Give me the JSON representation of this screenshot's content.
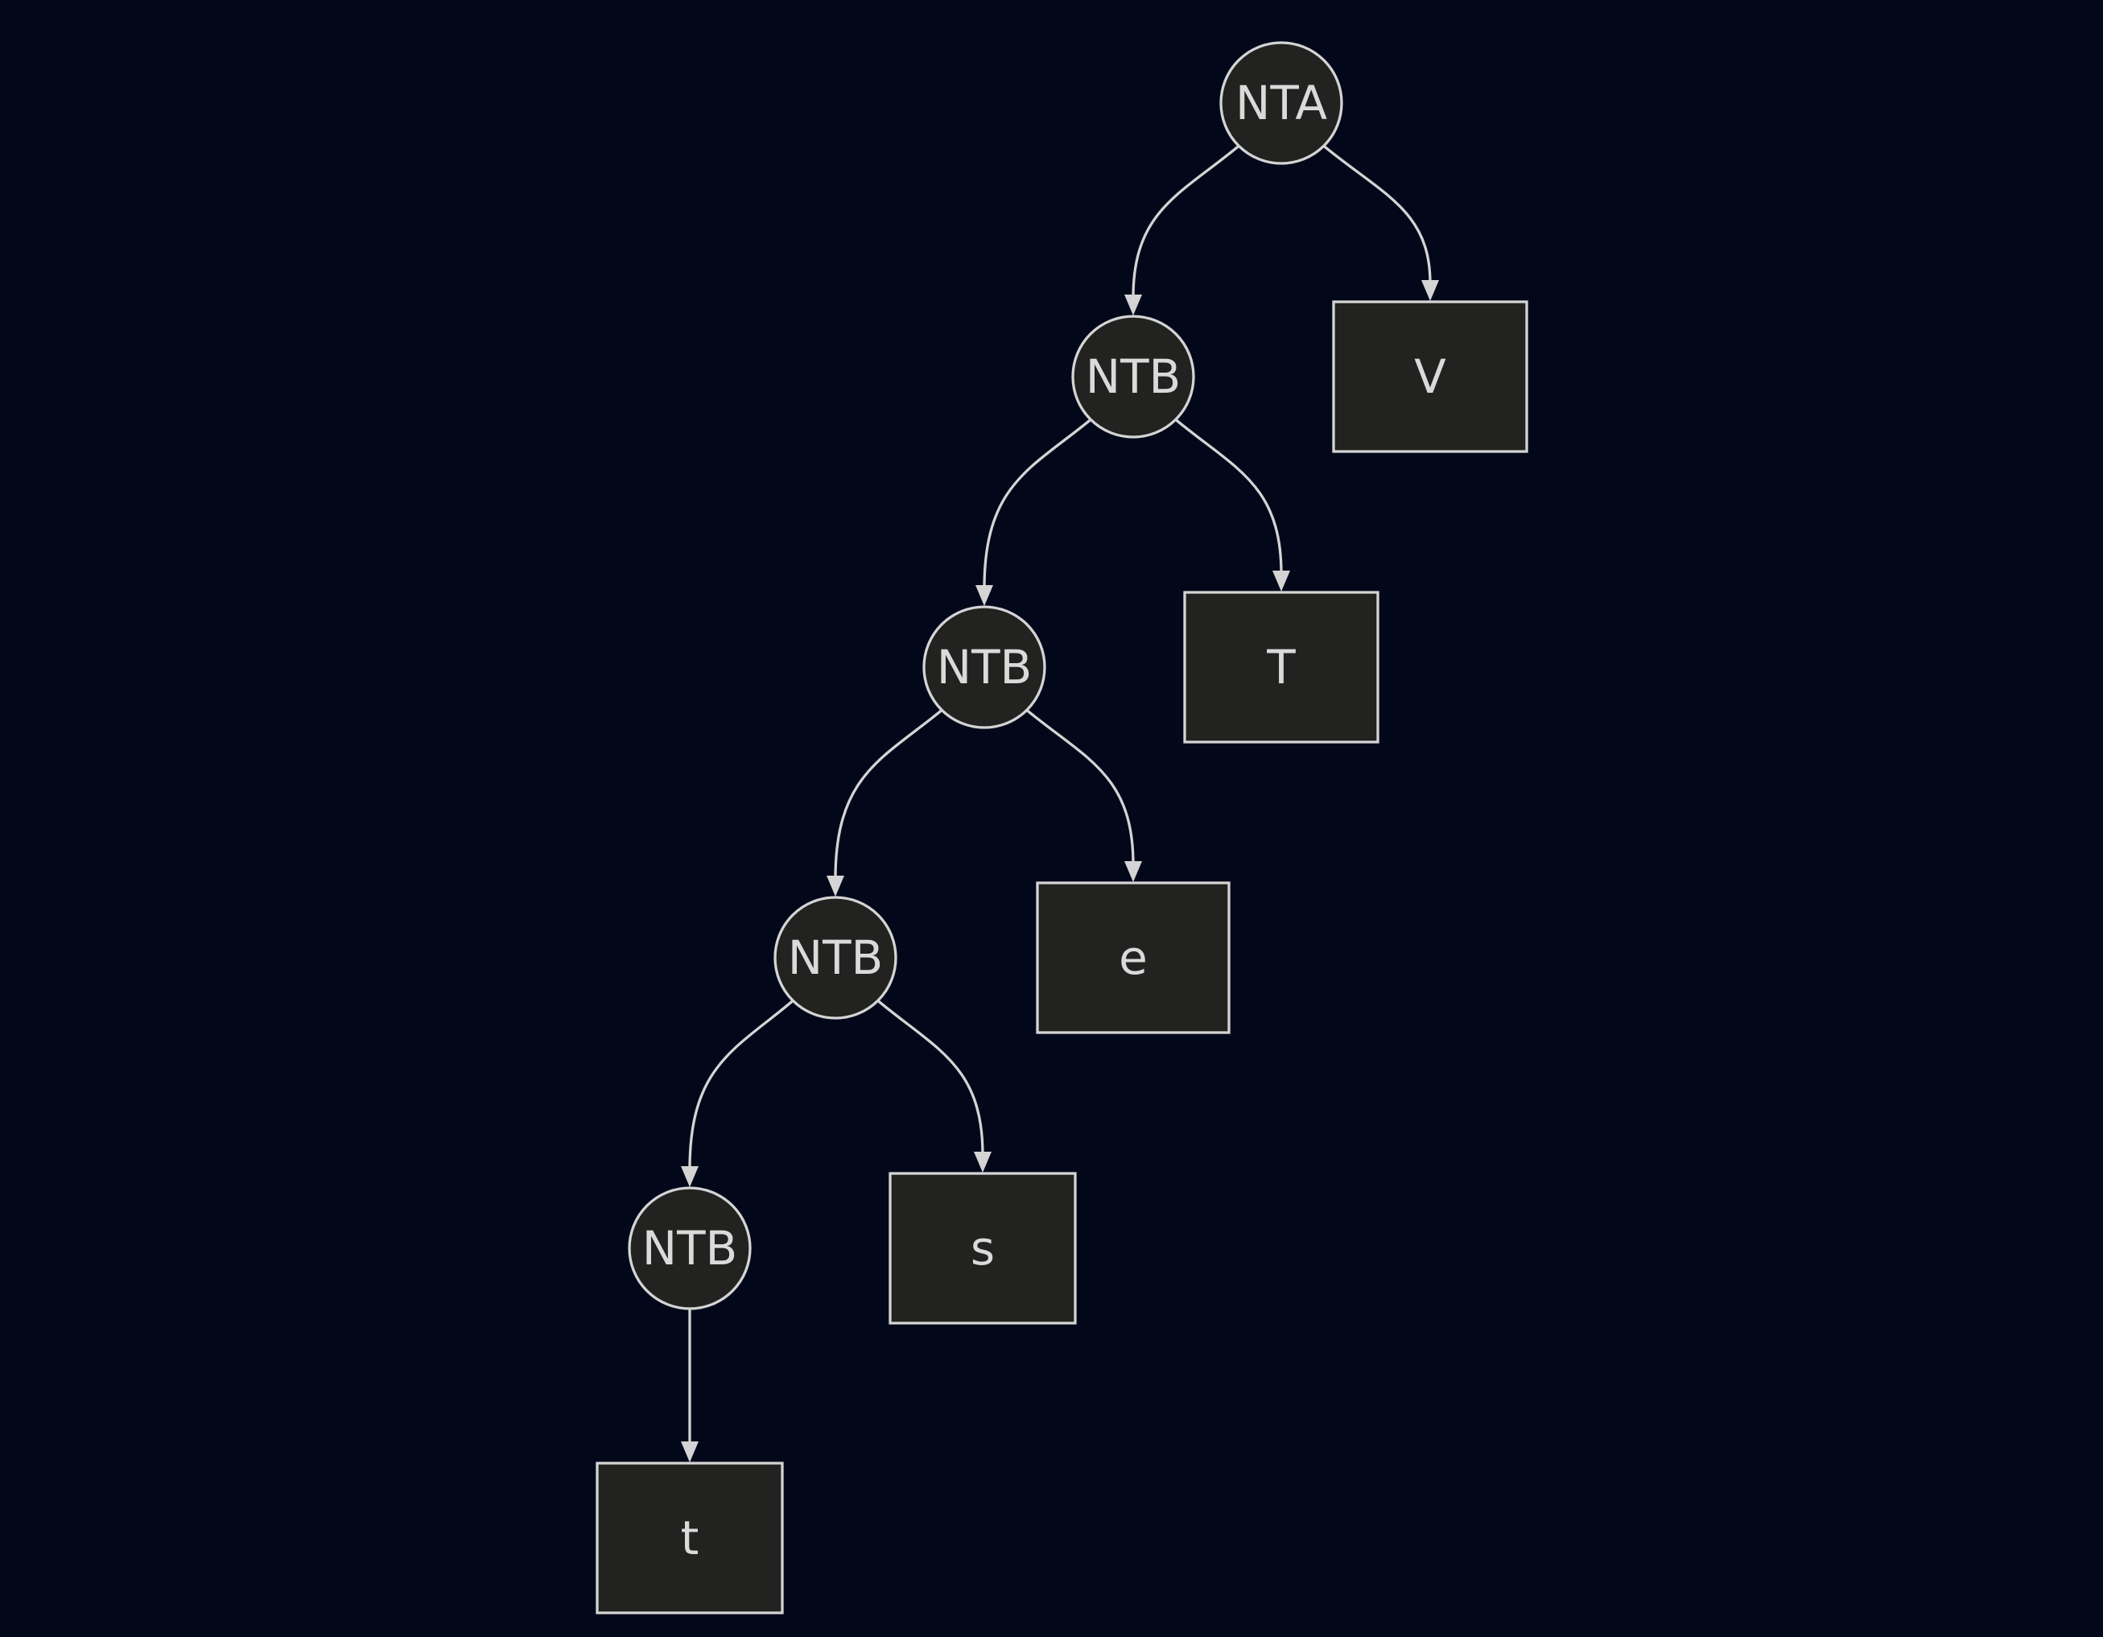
{
  "diagram": {
    "nodes": [
      {
        "id": "nta",
        "shape": "circle",
        "label": "NTA"
      },
      {
        "id": "ntb1",
        "shape": "circle",
        "label": "NTB"
      },
      {
        "id": "v",
        "shape": "rect",
        "label": "V"
      },
      {
        "id": "ntb2",
        "shape": "circle",
        "label": "NTB"
      },
      {
        "id": "T",
        "shape": "rect",
        "label": "T"
      },
      {
        "id": "ntb3",
        "shape": "circle",
        "label": "NTB"
      },
      {
        "id": "e",
        "shape": "rect",
        "label": "e"
      },
      {
        "id": "ntb4",
        "shape": "circle",
        "label": "NTB"
      },
      {
        "id": "s",
        "shape": "rect",
        "label": "s"
      },
      {
        "id": "t",
        "shape": "rect",
        "label": "t"
      }
    ],
    "edges": [
      {
        "from": "nta",
        "to": "ntb1"
      },
      {
        "from": "nta",
        "to": "v"
      },
      {
        "from": "ntb1",
        "to": "ntb2"
      },
      {
        "from": "ntb1",
        "to": "T"
      },
      {
        "from": "ntb2",
        "to": "ntb3"
      },
      {
        "from": "ntb2",
        "to": "e"
      },
      {
        "from": "ntb3",
        "to": "ntb4"
      },
      {
        "from": "ntb3",
        "to": "s"
      },
      {
        "from": "ntb4",
        "to": "t"
      }
    ],
    "colors": {
      "background": "#02081a",
      "node_fill": "#222321",
      "stroke": "#d4d4d4",
      "text": "#dadada"
    }
  }
}
